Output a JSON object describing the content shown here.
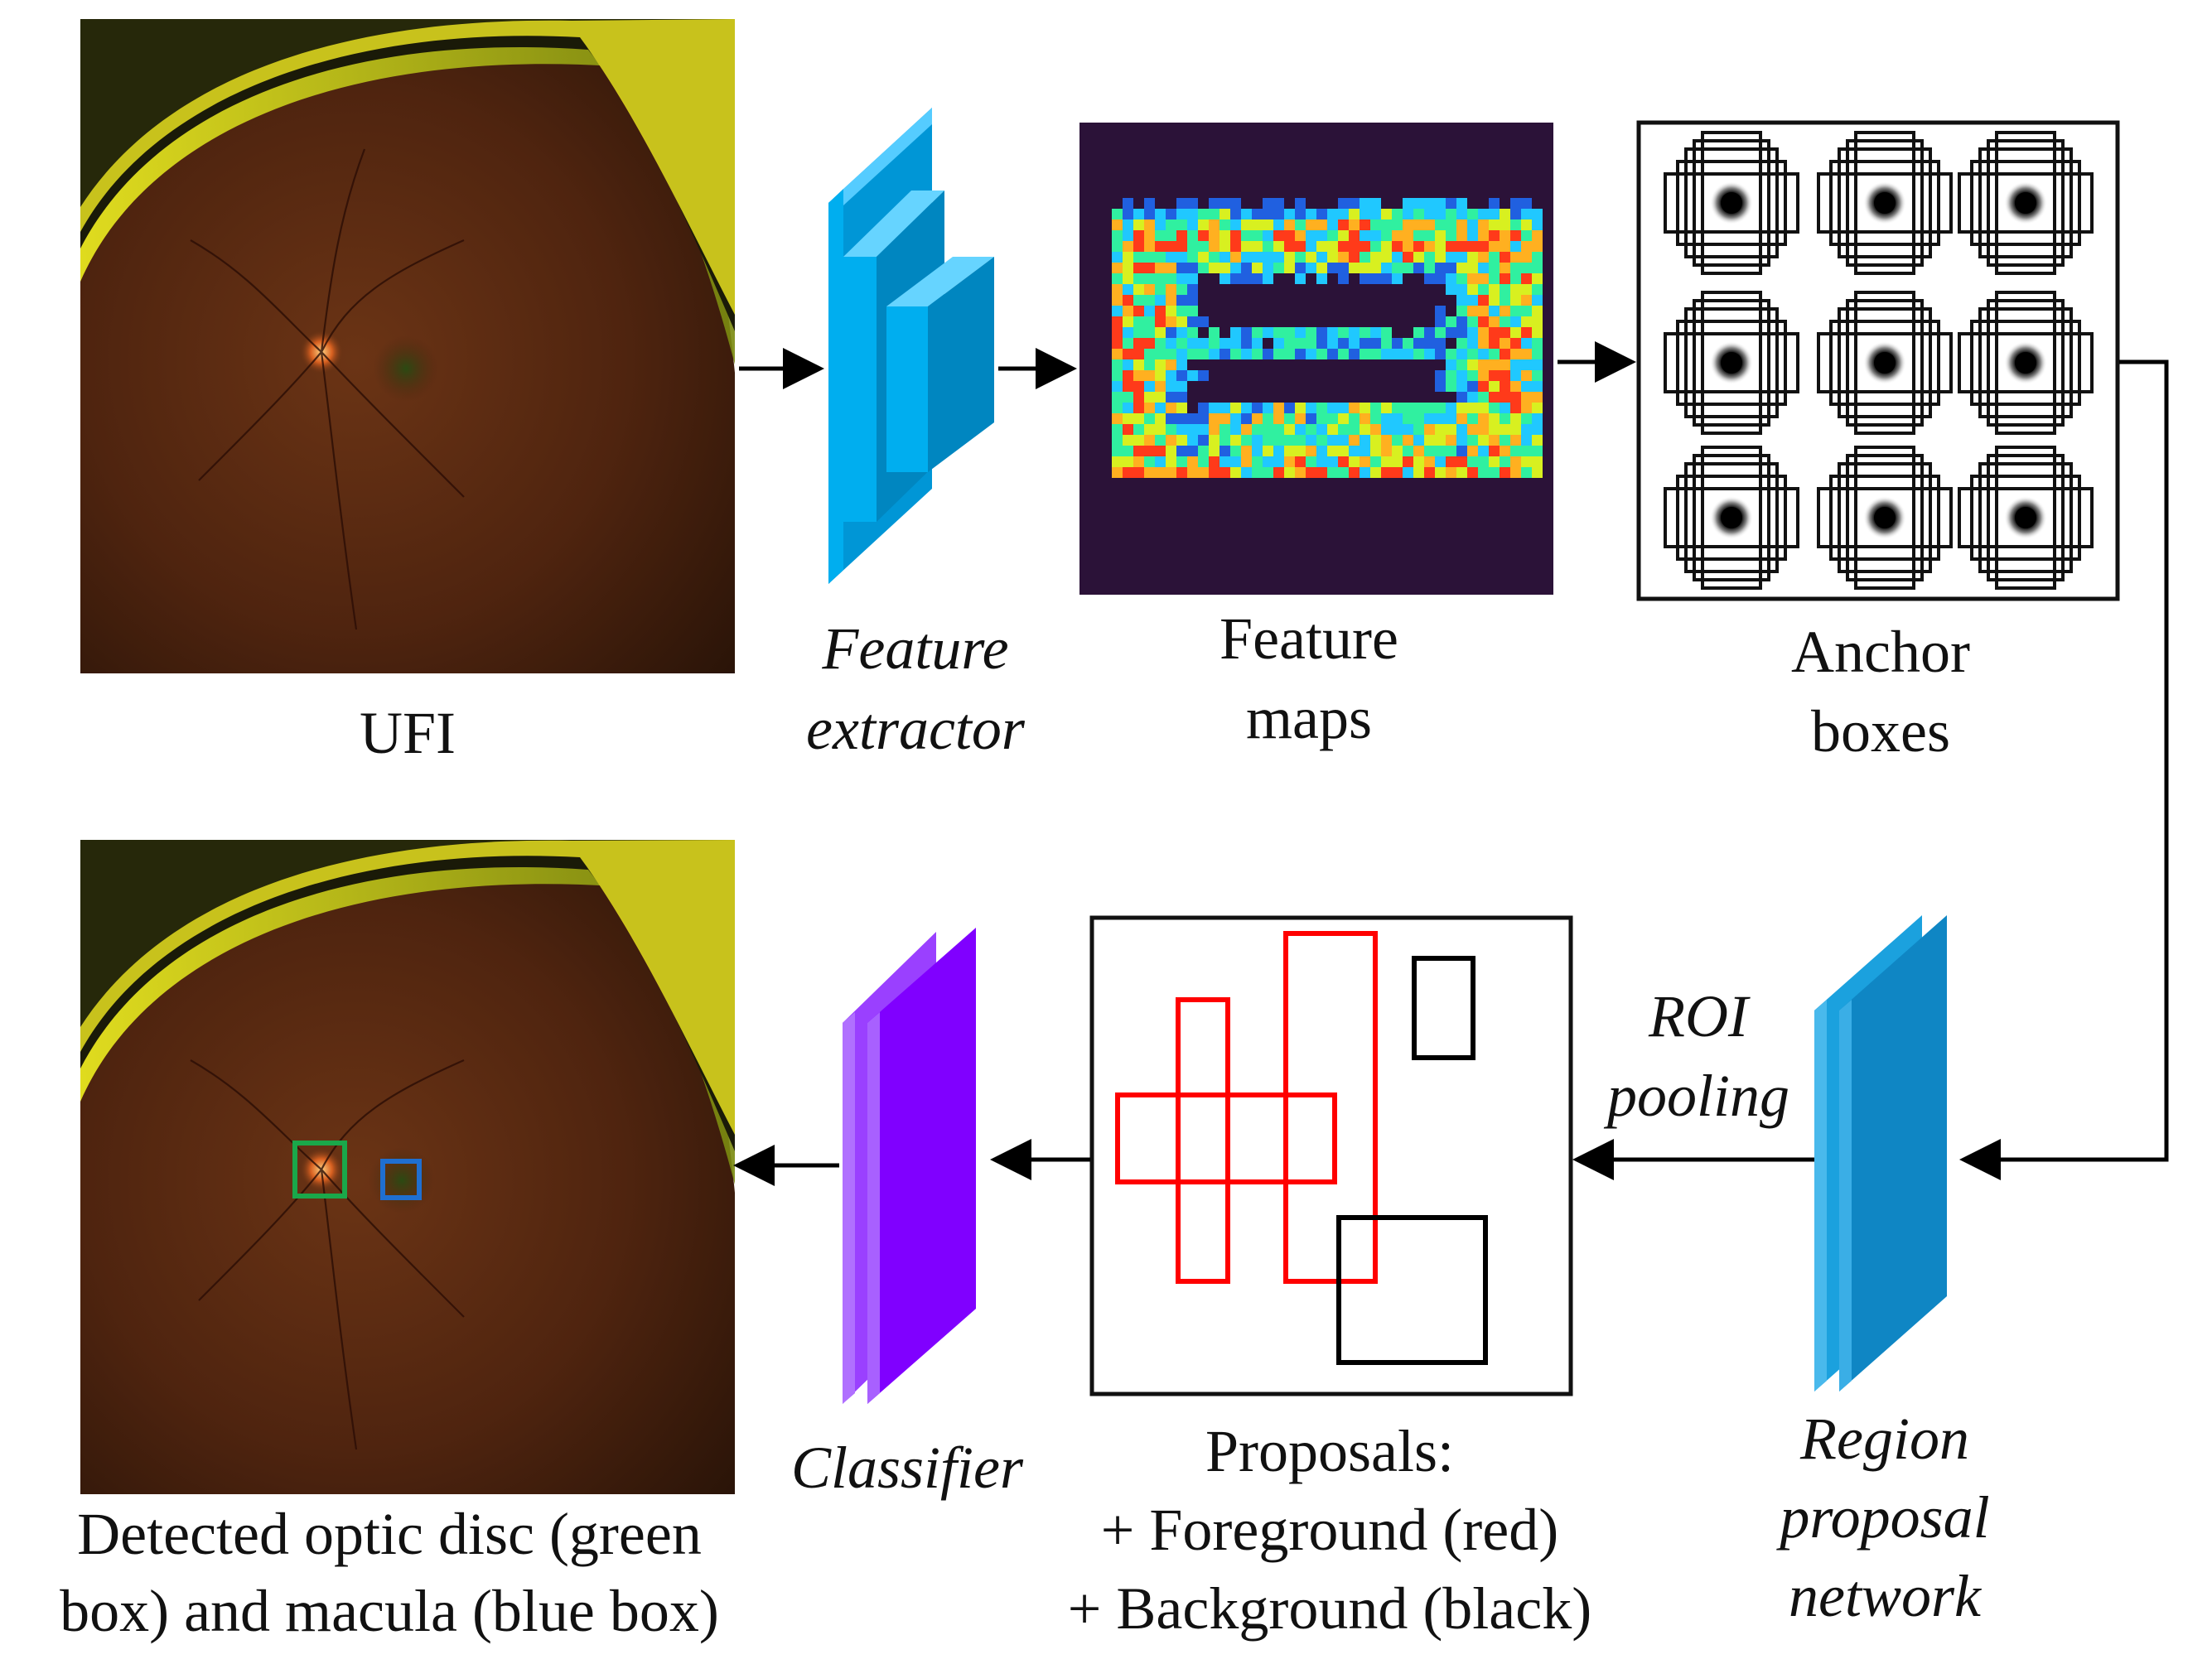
{
  "captions": {
    "ufi": "UFI",
    "feature_extractor_1": "Feature",
    "feature_extractor_2": "extractor",
    "feature_maps_1": "Feature",
    "feature_maps_2": "maps",
    "anchor_boxes_1": "Anchor",
    "anchor_boxes_2": "boxes",
    "roi_pooling_1": "ROI",
    "roi_pooling_2": "pooling",
    "rpn_1": "Region",
    "rpn_2": "proposal",
    "rpn_3": "network",
    "proposals_1": "Proposals:",
    "proposals_2": "+ Foreground (red)",
    "proposals_3": "+ Background (black)",
    "classifier": "Classifier",
    "detected_1": "Detected optic disc (green",
    "detected_2": "box) and macula (blue  box)"
  },
  "colors": {
    "feature_extractor": "#00aeef",
    "region_proposal_network": "#0f86c4",
    "classifier": "#8000ff",
    "foreground_box": "#ff0000",
    "background_box": "#000000",
    "optic_disc_box": "#1aa84a",
    "macula_box": "#1f6fd0",
    "feature_map_bg": "#2b1238",
    "fundus_bg": "#4a200f"
  }
}
